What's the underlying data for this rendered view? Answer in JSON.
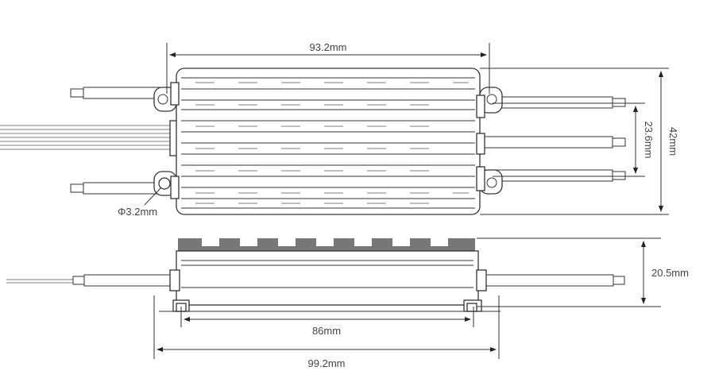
{
  "dimensions": {
    "top_length": "93.2mm",
    "wire_spacing": "23.6mm",
    "width": "42mm",
    "hole_diameter": "Φ3.2mm",
    "height": "20.5mm",
    "mount_spacing": "86mm",
    "overall_length": "99.2mm"
  },
  "colors": {
    "line": "#333333",
    "fin": "#777777",
    "text": "#444444"
  }
}
